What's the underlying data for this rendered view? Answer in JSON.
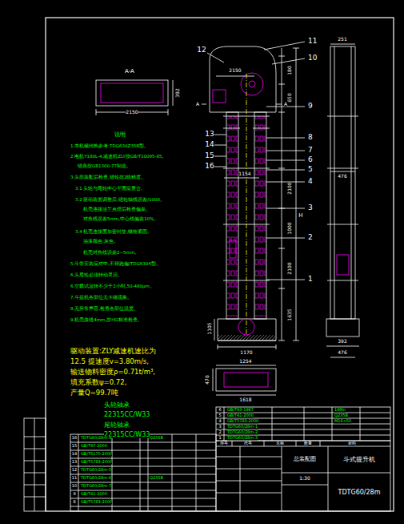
{
  "diagram": {
    "labels": [
      "A-A",
      "2150",
      "392",
      "A",
      "A",
      "12",
      "11",
      "10",
      "9",
      "8",
      "7",
      "6",
      "5",
      "4",
      "3",
      "2",
      "1",
      "13",
      "14",
      "15",
      "16",
      "2150",
      "180",
      "650",
      "1154",
      "2100",
      "1000",
      "2100",
      "1635",
      "H",
      "1170",
      "1105",
      "251",
      "476",
      "392",
      "476",
      "1254",
      "1618",
      "476",
      "说明",
      "1.本机械结构参考:TDG630Z35B型。",
      "2.电机Y180L-4,减速机ZLY按GB/T10095-85。",
      "链条按GB1300-77制造。",
      "3.头部装配后检查,链轮按2级精度。",
      "3.1 头轮与尾轮中心平面应重合。",
      "3.2 驱动装置调整后,链轮轴线误差/1000。",
      "机壳连接法兰点焊后检查偏差。",
      "对角线误差5mm,中心线偏差10%。",
      "3.4 机壳连接面加密封垫,螺栓紧固。",
      "油漆颜色:灰色。",
      "机壳对角线误差2~5mm。",
      "5.斗带安装应对中,不得跑偏/TDG6304型。",
      "6.头尾轮必须转动灵活。",
      "6.空载试运转不少于2小时,50-480μm。",
      "7.斗提机各部位无卡碰现象。",
      "8.无异常声音,检查各部位温度。",
      "9.机壳接缝4mm,按HG标准检查。",
      "驱动装置:ZLY减速机速比为",
      "12.5 提速度v=3.80m/s,",
      "输送物料密度ρ=0.71t/m³,",
      "填充系数ψ=0.72,",
      "产量Q=99.7吨",
      "头轮轴承",
      "22315CC/W33",
      "尾轮轴承",
      "22315CC/W33",
      "6",
      "GB/T93-1987",
      "16Mn",
      "5",
      "GB/T41-2000",
      "Q235B",
      "4",
      "GB/T5783-2000",
      "M16×50",
      "3",
      "TDTG60/28m-1",
      "2",
      "TDTG60/28m-2",
      "1",
      "TDTG60/28m-3",
      "序号",
      "代号",
      "名称",
      "数量",
      "材料",
      "总装配图",
      "斗式提升机",
      "1:30",
      "TDTG60/28m",
      "16",
      "TDTG60/28m-4",
      "15",
      "GB/T97-2000",
      "14",
      "GB/T6170-2000",
      "13",
      "GB/T5783-2000",
      "12",
      "TDTG60/28m-5",
      "11",
      "TDTG60/28m-6",
      "10",
      "TDTG60/28m-7",
      "9",
      "GB/T41-2000",
      "8",
      "GB/T5783-2000",
      "Q235B",
      "Q235B"
    ]
  }
}
